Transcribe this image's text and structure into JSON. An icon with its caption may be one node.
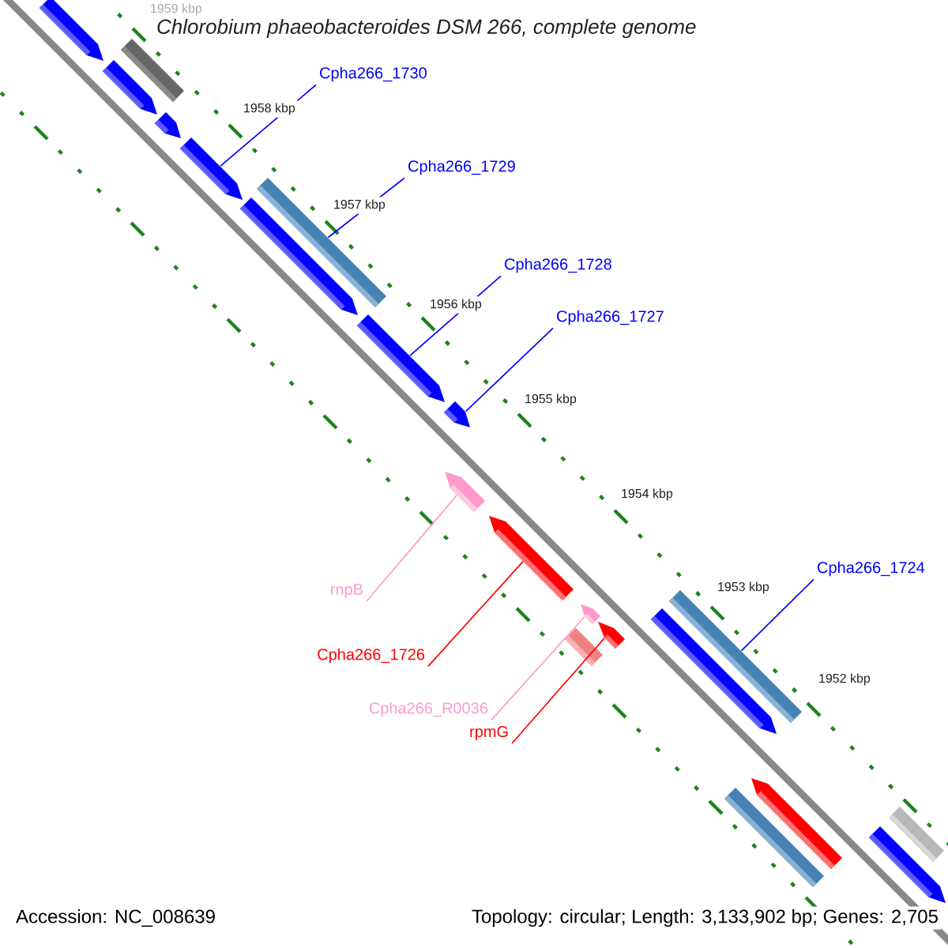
{
  "diagram": {
    "title": "Chlorobium phaeobacteroides DSM 266, complete genome",
    "nodes": [
      {
        "text": [
          "Cpha266_1730"
        ]
      },
      {
        "text": [],
        "shape": "arrow"
      },
      {
        "text": [
          "Cpha266_1729"
        ]
      },
      {
        "text": [],
        "shape": "bar"
      },
      {
        "text": [
          "Cpha266_1728"
        ]
      },
      {
        "text": [],
        "shape": "arrow"
      },
      {
        "text": [
          "Cpha266_1727"
        ]
      },
      {
        "text": [],
        "shape": "arrow"
      },
      {
        "text": [
          "Cpha266_1724"
        ]
      },
      {
        "text": [],
        "shape": "bar"
      },
      {
        "text": [
          "rnpB"
        ]
      },
      {
        "text": [],
        "shape": "arrow"
      },
      {
        "text": [
          "Cpha266_1726"
        ]
      },
      {
        "text": [],
        "shape": "arrow"
      },
      {
        "text": [
          "Cpha266_R0036"
        ]
      },
      {
        "text": [],
        "shape": "arrow"
      },
      {
        "text": [
          "rpmG"
        ]
      },
      {
        "text": [],
        "shape": "arrow"
      },
      {
        "text": [],
        "shape": "arrow"
      },
      {
        "text": [],
        "shape": "arrow"
      },
      {
        "text": [],
        "shape": "bar"
      },
      {
        "text": [],
        "shape": "arrow"
      },
      {
        "text": [],
        "shape": "arrow"
      },
      {
        "text": [],
        "shape": "bar"
      },
      {
        "text": [],
        "shape": "arrow"
      },
      {
        "text": [],
        "shape": "bar"
      },
      {
        "text": [],
        "shape": "arrow"
      },
      {
        "text": [],
        "shape": "bar"
      },
      {
        "text": [],
        "shape": "arrow"
      }
    ],
    "edges": [
      {
        "from": 0,
        "to": 1,
        "arrow": "none"
      },
      {
        "from": 2,
        "to": 3,
        "arrow": "none"
      },
      {
        "from": 4,
        "to": 5,
        "arrow": "none"
      },
      {
        "from": 6,
        "to": 7,
        "arrow": "none"
      },
      {
        "from": 8,
        "to": 9,
        "arrow": "none"
      },
      {
        "from": 10,
        "to": 11,
        "arrow": "none",
        "color": "#ff99cc"
      },
      {
        "from": 12,
        "to": 13,
        "arrow": "none",
        "color": "#ff0000"
      },
      {
        "from": 14,
        "to": 15,
        "arrow": "none",
        "color": "#ff99cc"
      },
      {
        "from": 16,
        "to": 17,
        "arrow": "none",
        "color": "#ff0000"
      }
    ],
    "labels": [
      "1959 kbp",
      "1958 kbp",
      "1957 kbp",
      "1956 kbp",
      "1955 kbp",
      "1954 kbp",
      "1953 kbp",
      "1952 kbp",
      "Accession: NC_008639",
      "Topology: circular; Length: 3,133,902 bp; Genes: 2,705"
    ]
  }
}
